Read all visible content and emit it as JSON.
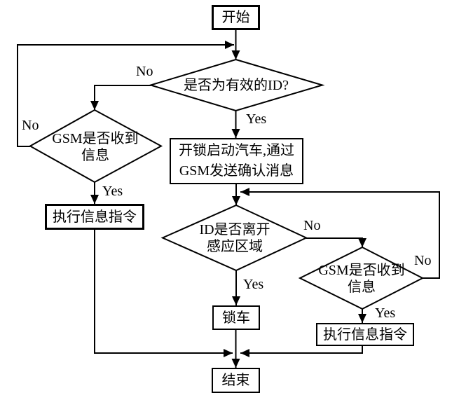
{
  "diagram": {
    "type": "flowchart",
    "colors": {
      "ink": "#000000",
      "background": "#ffffff"
    },
    "nodes": {
      "start": {
        "shape": "rect",
        "label": "开始"
      },
      "valid_id": {
        "shape": "diamond",
        "label": "是否为有效的ID?"
      },
      "gsm_msg_left": {
        "shape": "diamond",
        "lines": [
          "GSM是否收到",
          "信息"
        ]
      },
      "exec_msg_left": {
        "shape": "rect",
        "label": "执行信息指令"
      },
      "unlock_start": {
        "shape": "rect",
        "lines": [
          "开锁启动汽车,通过",
          "GSM发送确认消息"
        ]
      },
      "id_leave": {
        "shape": "diamond",
        "lines": [
          "ID是否离开",
          "感应区域"
        ]
      },
      "gsm_msg_right": {
        "shape": "diamond",
        "lines": [
          "GSM是否收到",
          "信息"
        ]
      },
      "lock_car": {
        "shape": "rect",
        "label": "锁车"
      },
      "exec_msg_right": {
        "shape": "rect",
        "label": "执行信息指令"
      },
      "end": {
        "shape": "rect",
        "label": "结束"
      }
    },
    "edges": [
      {
        "from": "start",
        "to": "valid_id",
        "label": ""
      },
      {
        "from": "valid_id",
        "to": "gsm_msg_left",
        "label": "No"
      },
      {
        "from": "valid_id",
        "to": "unlock_start",
        "label": "Yes"
      },
      {
        "from": "gsm_msg_left",
        "to": "valid_id",
        "label": "No"
      },
      {
        "from": "gsm_msg_left",
        "to": "exec_msg_left",
        "label": "Yes"
      },
      {
        "from": "exec_msg_left",
        "to": "end",
        "label": ""
      },
      {
        "from": "unlock_start",
        "to": "id_leave",
        "label": ""
      },
      {
        "from": "id_leave",
        "to": "gsm_msg_right",
        "label": "No"
      },
      {
        "from": "id_leave",
        "to": "lock_car",
        "label": "Yes"
      },
      {
        "from": "gsm_msg_right",
        "to": "id_leave",
        "label": "No"
      },
      {
        "from": "gsm_msg_right",
        "to": "exec_msg_right",
        "label": "Yes"
      },
      {
        "from": "exec_msg_right",
        "to": "end",
        "label": ""
      },
      {
        "from": "lock_car",
        "to": "end",
        "label": ""
      }
    ]
  }
}
